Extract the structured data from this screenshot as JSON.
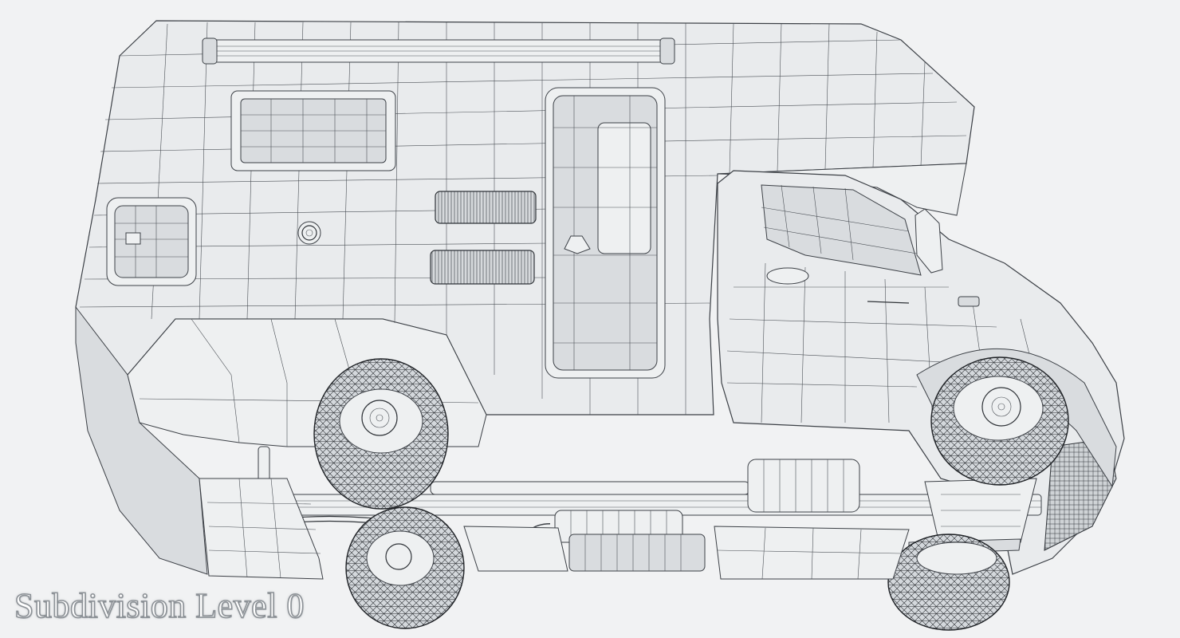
{
  "caption": {
    "text": "Subdivision Level 0"
  },
  "scene": {
    "subject": "camper-van",
    "style": "wireframe-render",
    "colors": {
      "background": "#f1f2f3",
      "surface": "#e9ebed",
      "wire": "#4a4f55",
      "caption_fill": "#ffffff",
      "caption_outline": "#8d9297"
    }
  }
}
